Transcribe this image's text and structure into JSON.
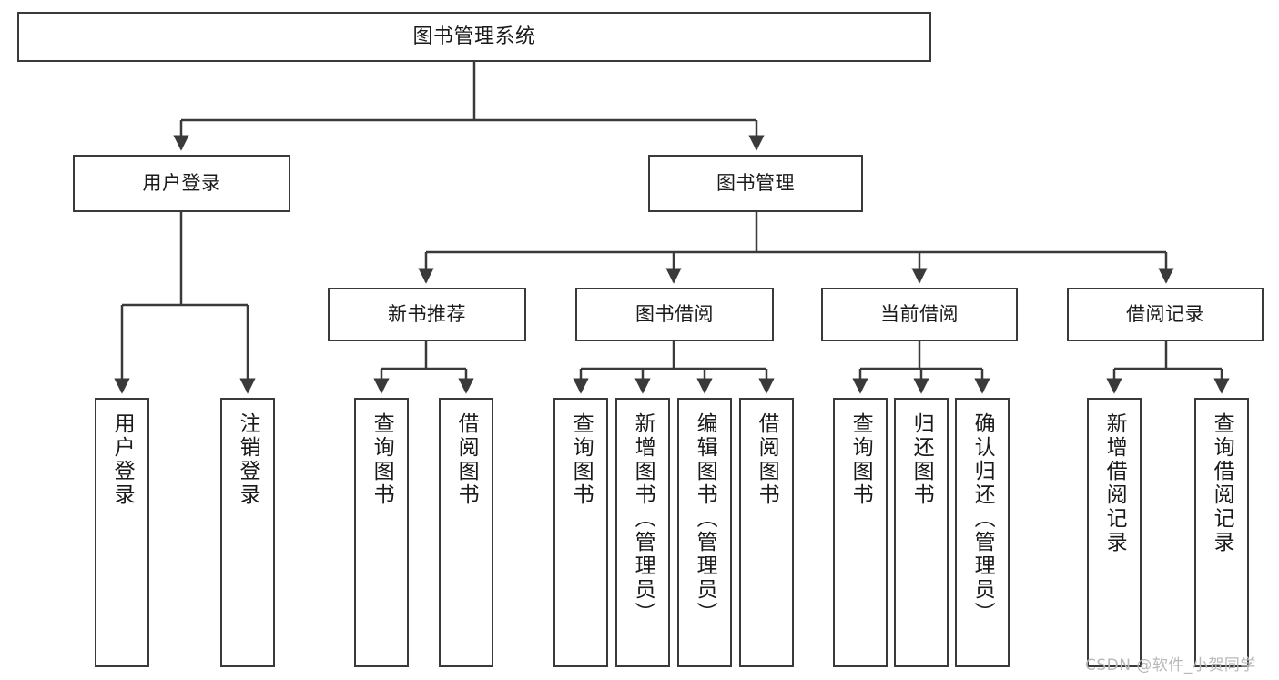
{
  "diagram": {
    "type": "tree",
    "title": "图书管理系统",
    "watermark": "CSDN @软件_小贺同学",
    "colors": {
      "stroke": "#3a3a3a",
      "fill": "#ffffff",
      "text": "#1a1a1a",
      "watermark": "#b9b9b9"
    },
    "nodes": {
      "root": {
        "label": "图书管理系统"
      },
      "level1": [
        {
          "label": "用户登录"
        },
        {
          "label": "图书管理"
        }
      ],
      "level2": [
        {
          "label": "新书推荐"
        },
        {
          "label": "图书借阅"
        },
        {
          "label": "当前借阅"
        },
        {
          "label": "借阅记录"
        }
      ],
      "leaves_user_login": [
        {
          "label": "用户登录"
        },
        {
          "label": "注销登录"
        }
      ],
      "leaves_new_books": [
        {
          "label": "查询图书"
        },
        {
          "label": "借阅图书"
        }
      ],
      "leaves_borrow": [
        {
          "label": "查询图书"
        },
        {
          "label": "新增图书（管理员）"
        },
        {
          "label": "编辑图书（管理员）"
        },
        {
          "label": "借阅图书"
        }
      ],
      "leaves_current": [
        {
          "label": "查询图书"
        },
        {
          "label": "归还图书"
        },
        {
          "label": "确认归还（管理员）"
        }
      ],
      "leaves_records": [
        {
          "label": "新增借阅记录"
        },
        {
          "label": "查询借阅记录"
        }
      ]
    }
  }
}
